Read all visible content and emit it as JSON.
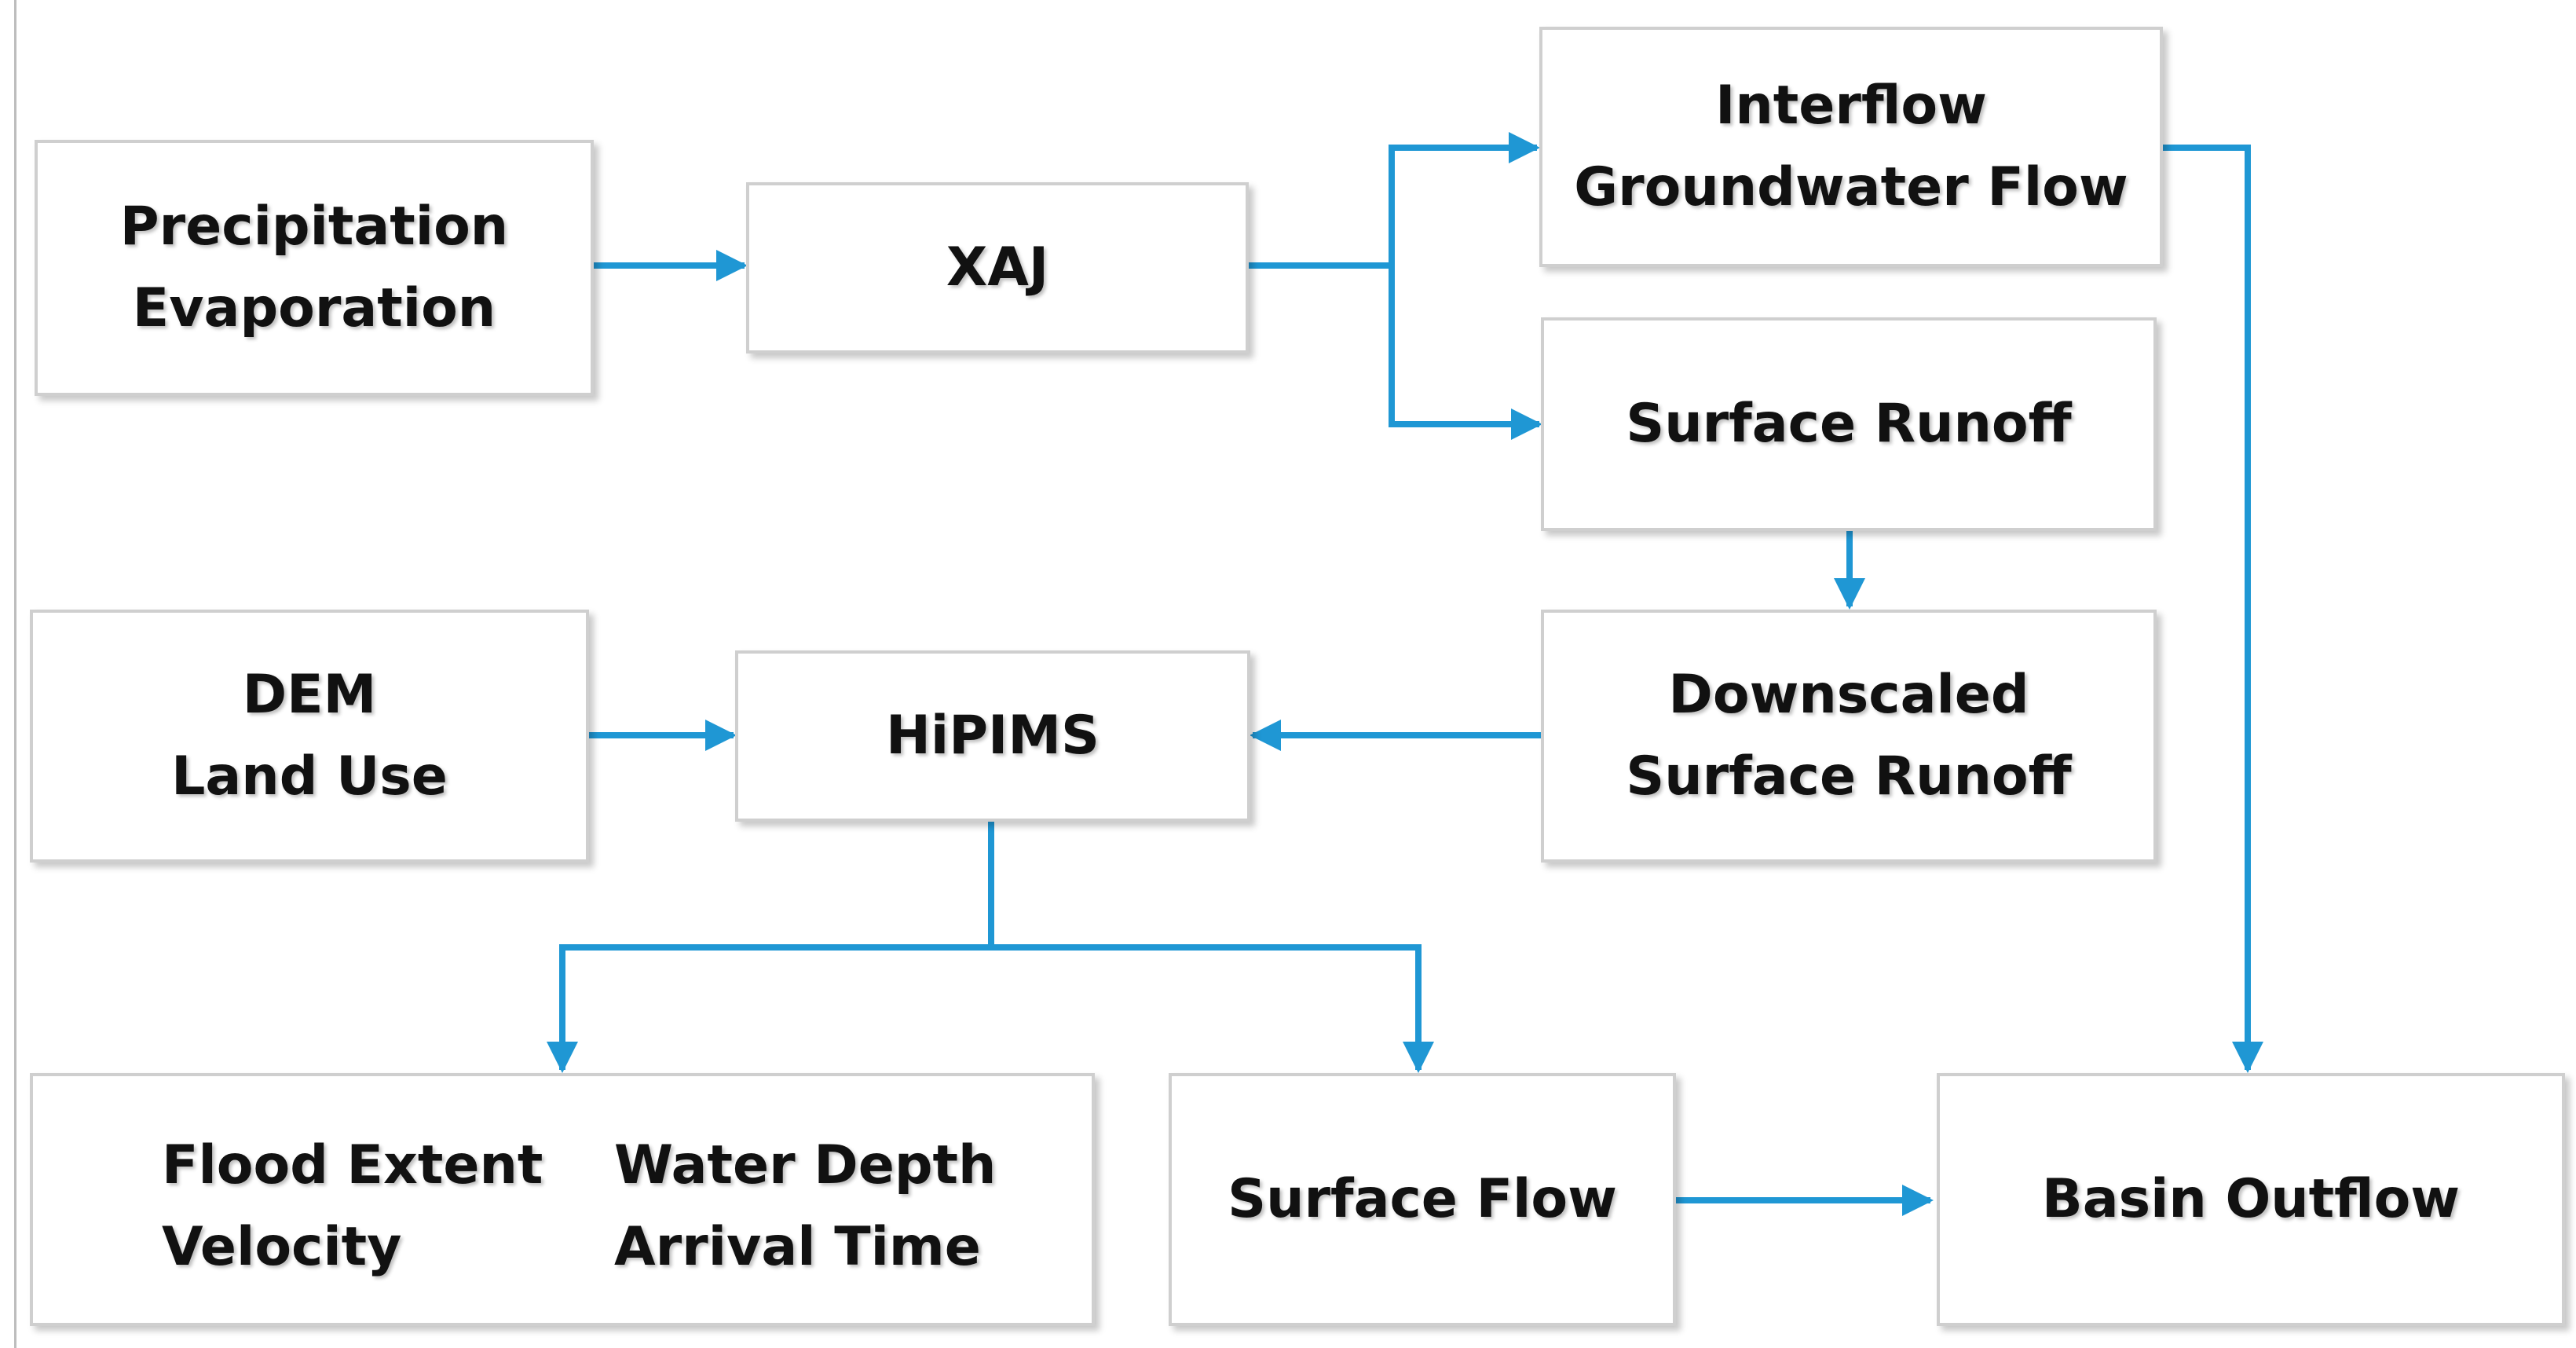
{
  "colors": {
    "arrow": "#1f97d4",
    "box_border": "#cfcfcf",
    "text": "#111111"
  },
  "nodes": {
    "precip": {
      "line1": "Precipitation",
      "line2": "Evaporation"
    },
    "xaj": {
      "line1": "XAJ"
    },
    "interflow": {
      "line1": "Interflow",
      "line2": "Groundwater Flow"
    },
    "surface_runoff": {
      "line1": "Surface Runoff"
    },
    "dem": {
      "line1": "DEM",
      "line2": "Land Use"
    },
    "hipims": {
      "line1": "HiPIMS"
    },
    "downscaled": {
      "line1": "Downscaled",
      "line2": "Surface Runoff"
    },
    "flood": {
      "col1_line1": "Flood Extent",
      "col1_line2": "Velocity",
      "col2_line1": "Water Depth",
      "col2_line2": "Arrival Time"
    },
    "surface_flow": {
      "line1": "Surface Flow"
    },
    "basin_outflow": {
      "line1": "Basin Outflow"
    }
  },
  "edges": [
    {
      "from": "Precipitation Evaporation",
      "to": "XAJ"
    },
    {
      "from": "XAJ",
      "to": "Interflow Groundwater Flow"
    },
    {
      "from": "XAJ",
      "to": "Surface Runoff"
    },
    {
      "from": "Surface Runoff",
      "to": "Downscaled Surface Runoff"
    },
    {
      "from": "Downscaled Surface Runoff",
      "to": "HiPIMS"
    },
    {
      "from": "DEM Land Use",
      "to": "HiPIMS"
    },
    {
      "from": "HiPIMS",
      "to": "Flood Extent / Water Depth / Velocity / Arrival Time"
    },
    {
      "from": "HiPIMS",
      "to": "Surface Flow"
    },
    {
      "from": "Surface Flow",
      "to": "Basin Outflow"
    },
    {
      "from": "Interflow Groundwater Flow",
      "to": "Basin Outflow"
    }
  ]
}
